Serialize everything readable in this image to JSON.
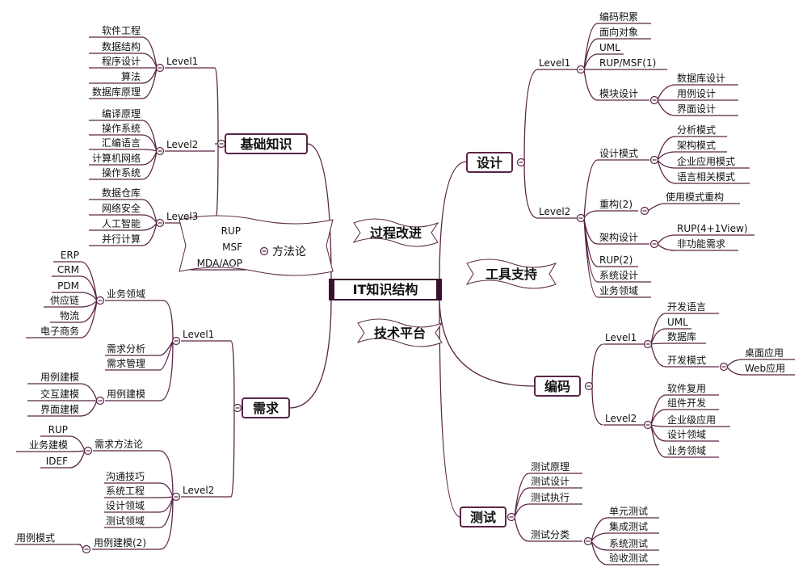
{
  "root": "IT知识结构",
  "colors": {
    "line": "#5a2545",
    "box": "#5a2545",
    "root_fill": "#3a1030"
  },
  "floating": {
    "process": "过程改进",
    "tools": "工具支持",
    "tech": "技术平台"
  },
  "branches": {
    "basics": {
      "label": "基础知识",
      "level1": {
        "label": "Level1",
        "items": [
          "软件工程",
          "数据结构",
          "程序设计",
          "算法",
          "数据库原理"
        ]
      },
      "level2": {
        "label": "Level2",
        "items": [
          "编译原理",
          "操作系统",
          "汇编语言",
          "计算机网络",
          "操作系统"
        ]
      },
      "level3": {
        "label": "Level3",
        "items": [
          "数据仓库",
          "网络安全",
          "人工智能",
          "并行计算"
        ]
      }
    },
    "method": {
      "label": "方法论",
      "items": [
        "RUP",
        "MSF",
        "MDA/AOP"
      ]
    },
    "requirements": {
      "label": "需求",
      "level1": {
        "label": "Level1",
        "business": {
          "label": "业务领域",
          "items": [
            "ERP",
            "CRM",
            "PDM",
            "供应链",
            "物流",
            "电子商务"
          ]
        },
        "analysis": "需求分析",
        "management": "需求管理",
        "usecase": {
          "label": "用例建模",
          "items": [
            "用例建模",
            "交互建模",
            "界面建模"
          ]
        }
      },
      "level2": {
        "label": "Level2",
        "method": {
          "label": "需求方法论",
          "items": [
            "RUP",
            "业务建模",
            "IDEF"
          ]
        },
        "items": [
          "沟通技巧",
          "系统工程",
          "设计领域",
          "测试领域"
        ],
        "usecase2": {
          "label": "用例建模(2)",
          "child": "用例模式"
        }
      }
    },
    "design": {
      "label": "设计",
      "level1": {
        "label": "Level1",
        "items": [
          "编码积累",
          "面向对象",
          "UML",
          "RUP/MSF(1)"
        ],
        "module": {
          "label": "模块设计",
          "items": [
            "数据库设计",
            "用例设计",
            "界面设计"
          ]
        }
      },
      "level2": {
        "label": "Level2",
        "patterns": {
          "label": "设计模式",
          "items": [
            "分析模式",
            "架构模式",
            "企业应用模式",
            "语言相关模式"
          ]
        },
        "refactor": {
          "label": "重构(2)",
          "child": "使用模式重构"
        },
        "arch": {
          "label": "架构设计",
          "items": [
            "RUP(4+1View)",
            "非功能需求"
          ]
        },
        "items": [
          "RUP(2)",
          "系统设计",
          "业务领域"
        ]
      }
    },
    "coding": {
      "label": "编码",
      "level1": {
        "label": "Level1",
        "items": [
          "开发语言",
          "UML",
          "数据库"
        ],
        "devmode": {
          "label": "开发模式",
          "items": [
            "桌面应用",
            "Web应用"
          ]
        }
      },
      "level2": {
        "label": "Level2",
        "items": [
          "软件复用",
          "组件开发",
          "企业级应用",
          "设计领域",
          "业务领域"
        ]
      }
    },
    "testing": {
      "label": "测试",
      "items": [
        "测试原理",
        "测试设计",
        "测试执行"
      ],
      "category": {
        "label": "测试分类",
        "items": [
          "单元测试",
          "集成测试",
          "系统测试",
          "验收测试"
        ]
      }
    }
  }
}
